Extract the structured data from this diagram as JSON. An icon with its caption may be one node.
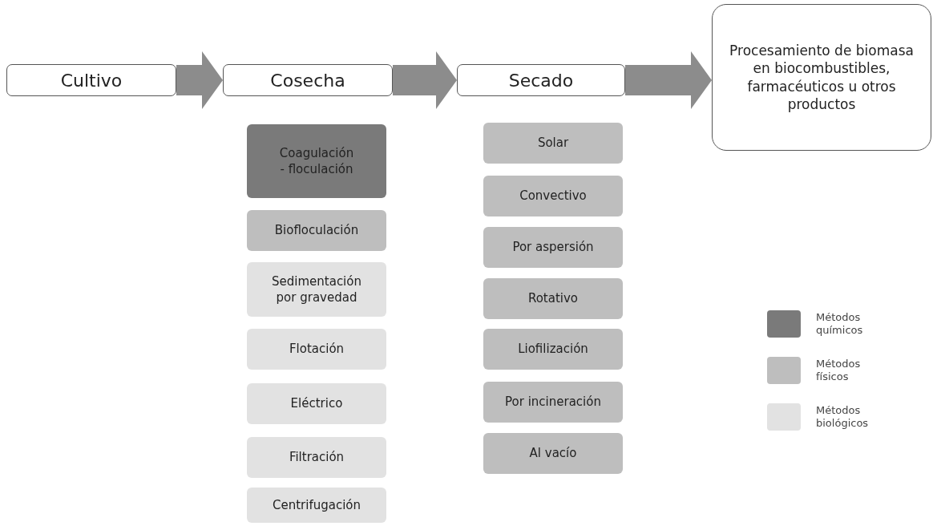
{
  "diagram": {
    "nodes": [
      {
        "text": [
          "Cultivo"
        ]
      },
      {
        "text": [
          "Cosecha"
        ]
      },
      {
        "text": [
          "Secado"
        ]
      },
      {
        "text": [
          "Procesamiento de biomasa en biocombustibles, farmacéuticos u otros productos"
        ]
      },
      {
        "text": [
          "Coagulación - floculación"
        ]
      },
      {
        "text": [
          "Biofloculación"
        ]
      },
      {
        "text": [
          "Sedimentación por gravedad"
        ]
      },
      {
        "text": [
          "Flotación"
        ]
      },
      {
        "text": [
          "Eléctrico"
        ]
      },
      {
        "text": [
          "Filtración"
        ]
      },
      {
        "text": [
          "Centrifugación"
        ]
      },
      {
        "text": [
          "Solar"
        ]
      },
      {
        "text": [
          "Convectivo"
        ]
      },
      {
        "text": [
          "Por aspersión"
        ]
      },
      {
        "text": [
          "Rotativo"
        ]
      },
      {
        "text": [
          "Liofilización"
        ]
      },
      {
        "text": [
          "Por incineración"
        ]
      },
      {
        "text": [
          "Al vacío"
        ]
      }
    ],
    "edges": [
      {
        "from": 0,
        "to": 1,
        "arrow": "to"
      },
      {
        "from": 1,
        "to": 2,
        "arrow": "to"
      },
      {
        "from": 2,
        "to": 3,
        "arrow": "to"
      }
    ],
    "legend": [
      {
        "text": "Métodos químicos",
        "color": "#7a7a7a"
      },
      {
        "text": "Métodos físicos",
        "color": "#bebebe"
      },
      {
        "text": "Métodos biológicos",
        "color": "#e2e2e2"
      }
    ]
  }
}
